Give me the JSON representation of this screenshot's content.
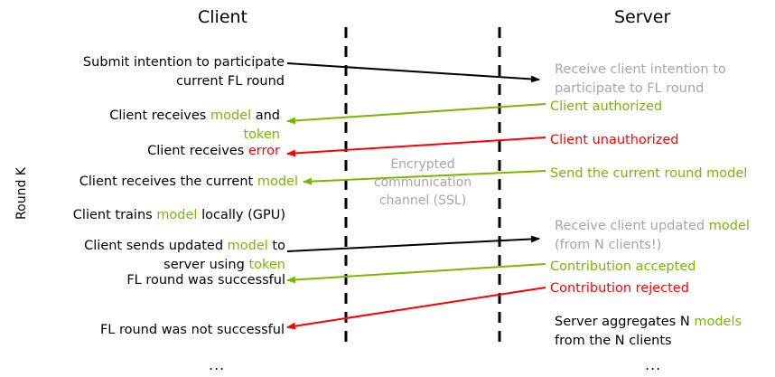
{
  "headers": {
    "client": "Client",
    "server": "Server"
  },
  "side_label": "Round K",
  "channel_label": [
    "Encrypted",
    "communication",
    "channel (SSL)"
  ],
  "client_steps": [
    {
      "lines": [
        [
          {
            "t": "Submit intention to participate",
            "c": "black"
          }
        ],
        [
          {
            "t": "current FL round",
            "c": "black"
          }
        ]
      ]
    },
    {
      "lines": [
        [
          {
            "t": "Client receives ",
            "c": "black"
          },
          {
            "t": "model",
            "c": "green"
          },
          {
            "t": " and",
            "c": "black"
          }
        ],
        [
          {
            "t": "token",
            "c": "green"
          }
        ]
      ]
    },
    {
      "lines": [
        [
          {
            "t": "Client receives ",
            "c": "black"
          },
          {
            "t": "error",
            "c": "red"
          }
        ]
      ]
    },
    {
      "lines": [
        [
          {
            "t": "Client receives the current ",
            "c": "black"
          },
          {
            "t": "model",
            "c": "green"
          }
        ]
      ]
    },
    {
      "lines": [
        [
          {
            "t": "Client trains ",
            "c": "black"
          },
          {
            "t": "model",
            "c": "green"
          },
          {
            "t": " locally (GPU)",
            "c": "black"
          }
        ]
      ]
    },
    {
      "lines": [
        [
          {
            "t": "Client sends updated ",
            "c": "black"
          },
          {
            "t": "model",
            "c": "green"
          },
          {
            "t": " to",
            "c": "black"
          }
        ],
        [
          {
            "t": "server using ",
            "c": "black"
          },
          {
            "t": "token",
            "c": "green"
          }
        ]
      ]
    },
    {
      "lines": [
        [
          {
            "t": "FL round was successful",
            "c": "black"
          }
        ]
      ]
    },
    {
      "lines": [
        [
          {
            "t": "FL round was not successful",
            "c": "black"
          }
        ]
      ]
    }
  ],
  "server_steps": [
    {
      "lines": [
        [
          {
            "t": "Receive client intention to",
            "c": "gray"
          }
        ],
        [
          {
            "t": "participate to FL round",
            "c": "gray"
          }
        ]
      ]
    },
    {
      "lines": [
        [
          {
            "t": "Client authorized",
            "c": "green"
          }
        ]
      ]
    },
    {
      "lines": [
        [
          {
            "t": "Client unauthorized",
            "c": "red"
          }
        ]
      ]
    },
    {
      "lines": [
        [
          {
            "t": "Send the current round model",
            "c": "green"
          }
        ]
      ]
    },
    {
      "lines": [
        [
          {
            "t": "Receive client updated ",
            "c": "gray"
          },
          {
            "t": "model",
            "c": "green"
          }
        ],
        [
          {
            "t": "(from N clients!)",
            "c": "gray"
          }
        ]
      ]
    },
    {
      "lines": [
        [
          {
            "t": "Contribution accepted",
            "c": "green"
          }
        ]
      ]
    },
    {
      "lines": [
        [
          {
            "t": "Contribution rejected",
            "c": "red"
          }
        ]
      ]
    },
    {
      "lines": [
        [
          {
            "t": "Server aggregates N ",
            "c": "black"
          },
          {
            "t": "models",
            "c": "green"
          }
        ],
        [
          {
            "t": "from the N clients",
            "c": "black"
          }
        ]
      ]
    }
  ],
  "ellipsis": {
    "client": "...",
    "server": "..."
  },
  "colors": {
    "black": "#000000",
    "green": "#76b900",
    "red": "#ff0000",
    "gray": "#a6a6a6"
  },
  "arrows": [
    {
      "name": "intention-arrow",
      "color": "black",
      "direction": "client-to-server"
    },
    {
      "name": "authorized-arrow",
      "color": "green",
      "direction": "server-to-client"
    },
    {
      "name": "unauthorized-arrow",
      "color": "red",
      "direction": "server-to-client"
    },
    {
      "name": "current-model-arrow",
      "color": "green",
      "direction": "server-to-client"
    },
    {
      "name": "updated-model-arrow",
      "color": "black",
      "direction": "client-to-server"
    },
    {
      "name": "accepted-arrow",
      "color": "green",
      "direction": "server-to-client"
    },
    {
      "name": "rejected-arrow",
      "color": "red",
      "direction": "server-to-client"
    }
  ]
}
